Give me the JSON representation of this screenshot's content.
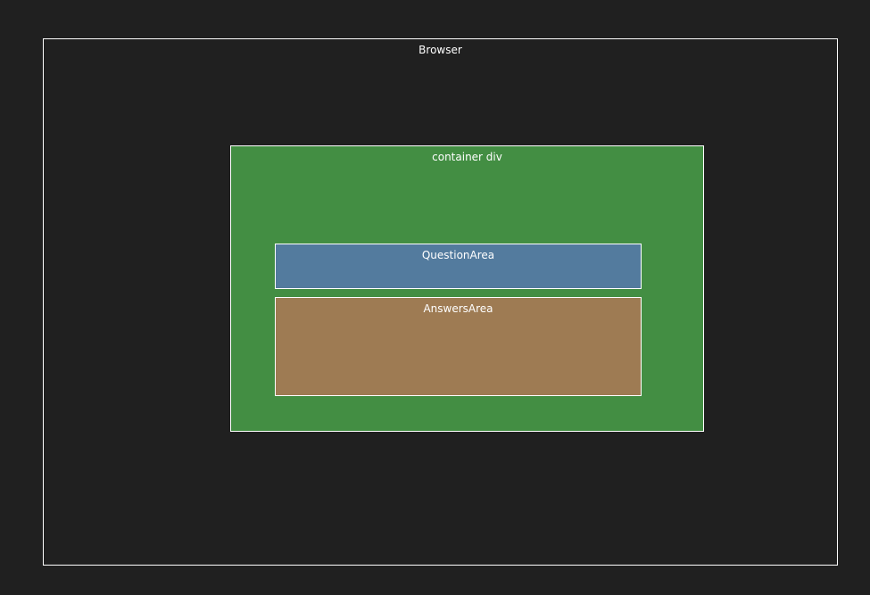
{
  "boxes": {
    "browser": {
      "label": "Browser",
      "color": "#202020"
    },
    "container": {
      "label": "container div",
      "color": "#438e43"
    },
    "question": {
      "label": "QuestionArea",
      "color": "#537b9e"
    },
    "answers": {
      "label": "AnswersArea",
      "color": "#9e7b53"
    }
  },
  "colors": {
    "background": "#202020",
    "border": "#ffffff",
    "text": "#ffffff"
  }
}
